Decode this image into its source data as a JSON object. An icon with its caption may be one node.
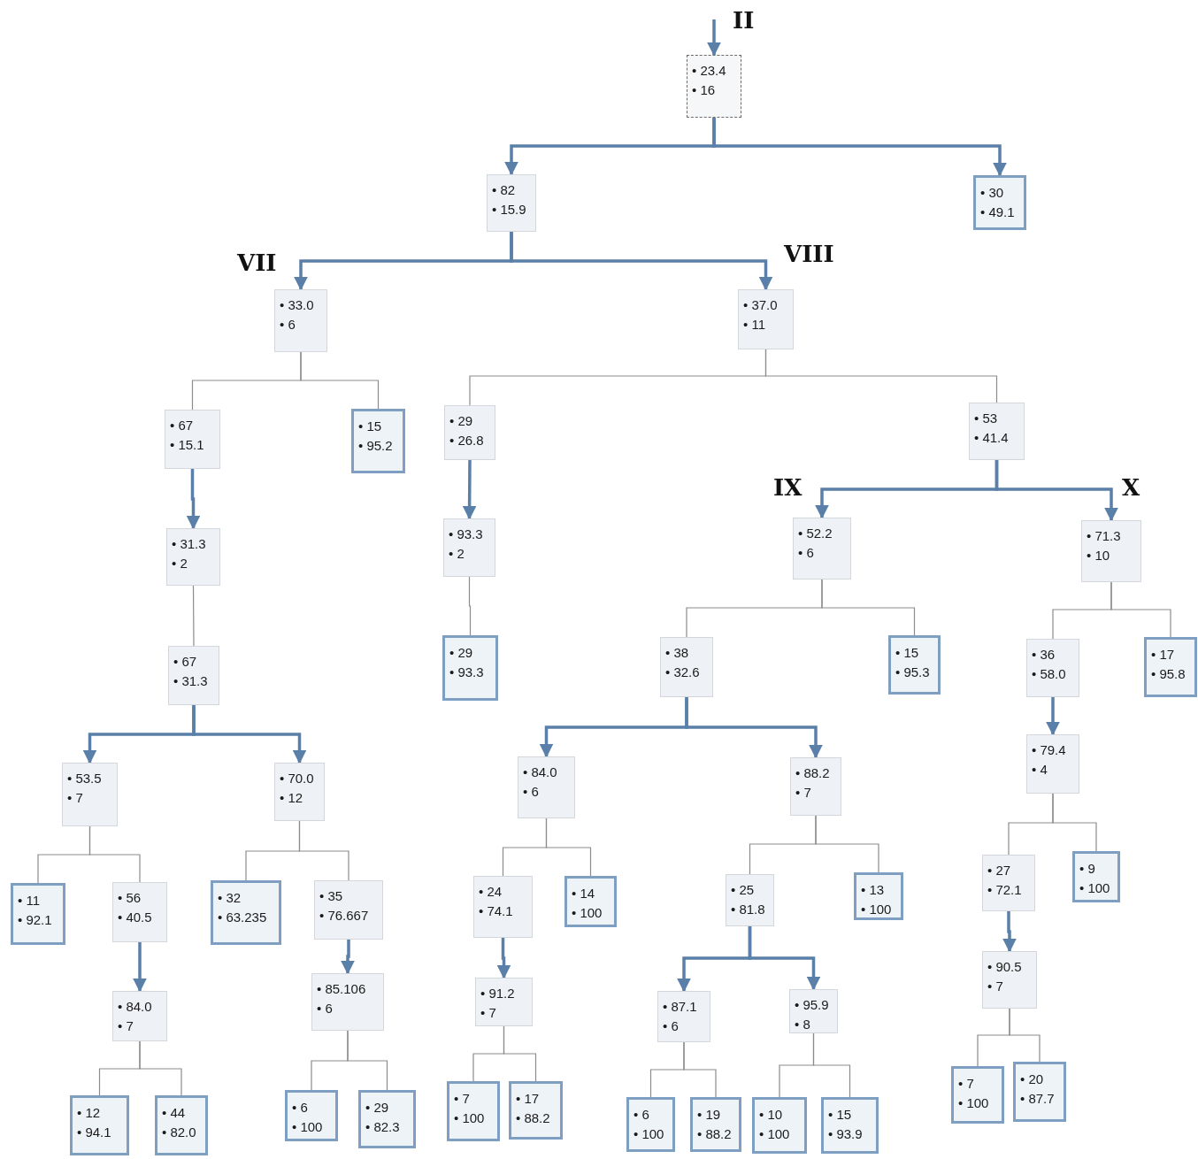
{
  "diagram": {
    "nodes": [
      {
        "text": [
          "• 23.4",
          "• 16"
        ]
      },
      {
        "text": [
          "• 82",
          "• 15.9"
        ]
      },
      {
        "text": [
          "• 30",
          "• 49.1"
        ]
      },
      {
        "text": [
          "• 33.0",
          "• 6"
        ]
      },
      {
        "text": [
          "• 37.0",
          "• 11"
        ]
      },
      {
        "text": [
          "• 67",
          "• 15.1"
        ]
      },
      {
        "text": [
          "• 15",
          "• 95.2"
        ]
      },
      {
        "text": [
          "• 29",
          "• 26.8"
        ]
      },
      {
        "text": [
          "• 53",
          "• 41.4"
        ]
      },
      {
        "text": [
          "• 31.3",
          "• 2"
        ]
      },
      {
        "text": [
          "• 93.3",
          "• 2"
        ]
      },
      {
        "text": [
          "• 52.2",
          "• 6"
        ]
      },
      {
        "text": [
          "• 71.3",
          "• 10"
        ]
      },
      {
        "text": [
          "• 67",
          "• 31.3"
        ]
      },
      {
        "text": [
          "• 29",
          "• 93.3"
        ]
      },
      {
        "text": [
          "• 38",
          "• 32.6"
        ]
      },
      {
        "text": [
          "• 15",
          "• 95.3"
        ]
      },
      {
        "text": [
          "• 36",
          "• 58.0"
        ]
      },
      {
        "text": [
          "• 17",
          "• 95.8"
        ]
      },
      {
        "text": [
          "• 53.5",
          "• 7"
        ]
      },
      {
        "text": [
          "• 70.0",
          "• 12"
        ]
      },
      {
        "text": [
          "• 84.0",
          "• 6"
        ]
      },
      {
        "text": [
          "• 88.2",
          "• 7"
        ]
      },
      {
        "text": [
          "• 79.4",
          "• 4"
        ]
      },
      {
        "text": [
          "• 11",
          "• 92.1"
        ]
      },
      {
        "text": [
          "• 56",
          "• 40.5"
        ]
      },
      {
        "text": [
          "• 32",
          "• 63.235"
        ]
      },
      {
        "text": [
          "• 35",
          "• 76.667"
        ]
      },
      {
        "text": [
          "• 24",
          "• 74.1"
        ]
      },
      {
        "text": [
          "• 14",
          "• 100"
        ]
      },
      {
        "text": [
          "• 25",
          "• 81.8"
        ]
      },
      {
        "text": [
          "• 13",
          "• 100"
        ]
      },
      {
        "text": [
          "• 27",
          "• 72.1"
        ]
      },
      {
        "text": [
          "• 9",
          "• 100"
        ]
      },
      {
        "text": [
          "• 84.0",
          "• 7"
        ]
      },
      {
        "text": [
          "• 85.106",
          "• 6"
        ]
      },
      {
        "text": [
          "• 91.2",
          "• 7"
        ]
      },
      {
        "text": [
          "• 87.1",
          "• 6"
        ]
      },
      {
        "text": [
          "• 95.9",
          "• 8"
        ]
      },
      {
        "text": [
          "• 90.5",
          "• 7"
        ]
      },
      {
        "text": [
          "• 12",
          "• 94.1"
        ]
      },
      {
        "text": [
          "• 44",
          "• 82.0"
        ]
      },
      {
        "text": [
          "• 6",
          "• 100"
        ]
      },
      {
        "text": [
          "• 29",
          "• 82.3"
        ]
      },
      {
        "text": [
          "• 7",
          "• 100"
        ]
      },
      {
        "text": [
          "• 17",
          "• 88.2"
        ]
      },
      {
        "text": [
          "• 6",
          "• 100"
        ]
      },
      {
        "text": [
          "• 19",
          "• 88.2"
        ]
      },
      {
        "text": [
          "• 10",
          "• 100"
        ]
      },
      {
        "text": [
          "• 15",
          "• 93.9"
        ]
      },
      {
        "text": [
          "• 7",
          "• 100"
        ]
      },
      {
        "text": [
          "• 20",
          "• 87.7"
        ]
      }
    ],
    "edges": [
      {
        "from": null,
        "to": 0,
        "arrow": "to",
        "style": "thick",
        "color": "#5a7fa8"
      },
      {
        "from": 0,
        "to": 1,
        "arrow": "to",
        "style": "thick",
        "color": "#5a7fa8"
      },
      {
        "from": 0,
        "to": 2,
        "arrow": "to",
        "style": "thick",
        "color": "#5a7fa8"
      },
      {
        "from": 1,
        "to": 3,
        "arrow": "to",
        "style": "thick",
        "color": "#5a7fa8"
      },
      {
        "from": 1,
        "to": 4,
        "arrow": "to",
        "style": "thick",
        "color": "#5a7fa8"
      },
      {
        "from": 3,
        "to": 5,
        "arrow": "none"
      },
      {
        "from": 3,
        "to": 6,
        "arrow": "none"
      },
      {
        "from": 4,
        "to": 7,
        "arrow": "none"
      },
      {
        "from": 4,
        "to": 8,
        "arrow": "none"
      },
      {
        "from": 5,
        "to": 9,
        "arrow": "to",
        "style": "thick",
        "color": "#5a7fa8"
      },
      {
        "from": 7,
        "to": 10,
        "arrow": "to",
        "style": "thick",
        "color": "#5a7fa8"
      },
      {
        "from": 8,
        "to": 11,
        "arrow": "to",
        "style": "thick",
        "color": "#5a7fa8"
      },
      {
        "from": 8,
        "to": 12,
        "arrow": "to",
        "style": "thick",
        "color": "#5a7fa8"
      },
      {
        "from": 9,
        "to": 13,
        "arrow": "none"
      },
      {
        "from": 10,
        "to": 14,
        "arrow": "none"
      },
      {
        "from": 11,
        "to": 15,
        "arrow": "none"
      },
      {
        "from": 11,
        "to": 16,
        "arrow": "none"
      },
      {
        "from": 12,
        "to": 17,
        "arrow": "none"
      },
      {
        "from": 12,
        "to": 18,
        "arrow": "none"
      },
      {
        "from": 13,
        "to": 19,
        "arrow": "to",
        "style": "thick",
        "color": "#5a7fa8"
      },
      {
        "from": 13,
        "to": 20,
        "arrow": "to",
        "style": "thick",
        "color": "#5a7fa8"
      },
      {
        "from": 15,
        "to": 21,
        "arrow": "to",
        "style": "thick",
        "color": "#5a7fa8"
      },
      {
        "from": 15,
        "to": 22,
        "arrow": "to",
        "style": "thick",
        "color": "#5a7fa8"
      },
      {
        "from": 17,
        "to": 23,
        "arrow": "to",
        "style": "thick",
        "color": "#5a7fa8"
      },
      {
        "from": 19,
        "to": 24,
        "arrow": "none"
      },
      {
        "from": 19,
        "to": 25,
        "arrow": "none"
      },
      {
        "from": 20,
        "to": 26,
        "arrow": "none"
      },
      {
        "from": 20,
        "to": 27,
        "arrow": "none"
      },
      {
        "from": 21,
        "to": 28,
        "arrow": "none"
      },
      {
        "from": 21,
        "to": 29,
        "arrow": "none"
      },
      {
        "from": 22,
        "to": 30,
        "arrow": "none"
      },
      {
        "from": 22,
        "to": 31,
        "arrow": "none"
      },
      {
        "from": 23,
        "to": 32,
        "arrow": "none"
      },
      {
        "from": 23,
        "to": 33,
        "arrow": "none"
      },
      {
        "from": 25,
        "to": 34,
        "arrow": "to",
        "style": "thick",
        "color": "#5a7fa8"
      },
      {
        "from": 27,
        "to": 35,
        "arrow": "to",
        "style": "thick",
        "color": "#5a7fa8"
      },
      {
        "from": 28,
        "to": 36,
        "arrow": "to",
        "style": "thick",
        "color": "#5a7fa8"
      },
      {
        "from": 30,
        "to": 37,
        "arrow": "to",
        "style": "thick",
        "color": "#5a7fa8"
      },
      {
        "from": 30,
        "to": 38,
        "arrow": "to",
        "style": "thick",
        "color": "#5a7fa8"
      },
      {
        "from": 32,
        "to": 39,
        "arrow": "to",
        "style": "thick",
        "color": "#5a7fa8"
      },
      {
        "from": 34,
        "to": 40,
        "arrow": "none"
      },
      {
        "from": 34,
        "to": 41,
        "arrow": "none"
      },
      {
        "from": 35,
        "to": 42,
        "arrow": "none"
      },
      {
        "from": 35,
        "to": 43,
        "arrow": "none"
      },
      {
        "from": 36,
        "to": 44,
        "arrow": "none"
      },
      {
        "from": 36,
        "to": 45,
        "arrow": "none"
      },
      {
        "from": 37,
        "to": 46,
        "arrow": "none"
      },
      {
        "from": 37,
        "to": 47,
        "arrow": "none"
      },
      {
        "from": 38,
        "to": 48,
        "arrow": "none"
      },
      {
        "from": 38,
        "to": 49,
        "arrow": "none"
      },
      {
        "from": 39,
        "to": 50,
        "arrow": "none"
      },
      {
        "from": 39,
        "to": 51,
        "arrow": "none"
      }
    ],
    "labels": [
      "II",
      "VII",
      "VIII",
      "IX",
      "X"
    ]
  }
}
